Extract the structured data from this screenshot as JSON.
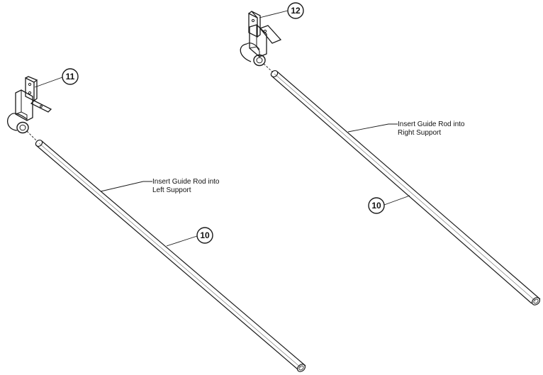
{
  "left_assembly": {
    "bracket_part_number": "11",
    "rod_part_number": "10",
    "instruction_line1": "Insert Guide Rod into",
    "instruction_line2": "Left Support"
  },
  "right_assembly": {
    "bracket_part_number": "12",
    "rod_part_number": "10",
    "instruction_line1": "Insert Guide Rod into",
    "instruction_line2": "Right Support"
  }
}
